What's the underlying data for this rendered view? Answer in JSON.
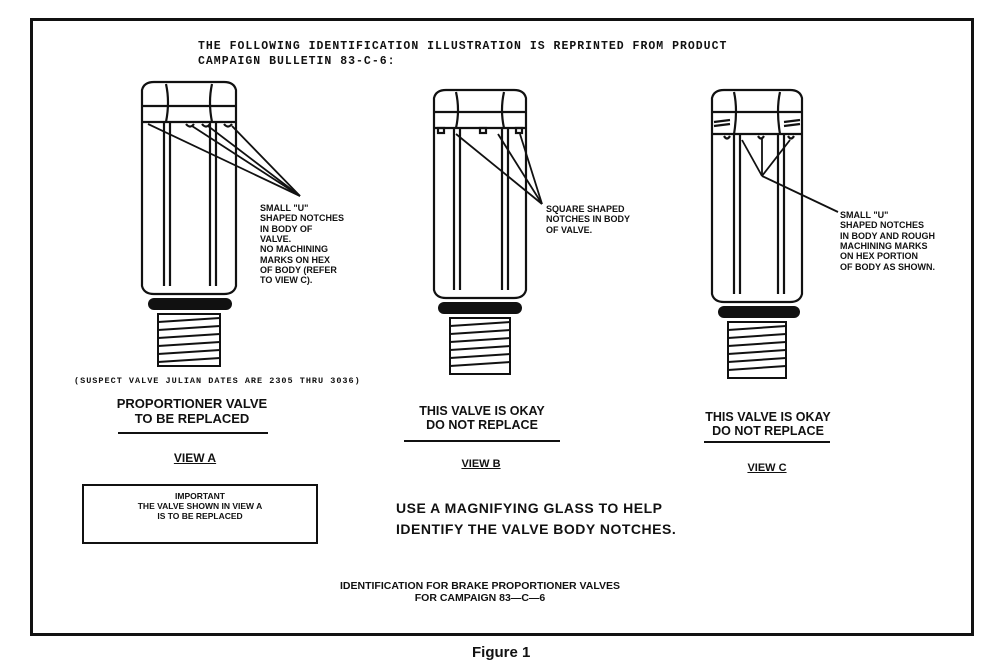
{
  "header": {
    "line1": "THE FOLLOWING IDENTIFICATION ILLUSTRATION IS REPRINTED FROM PRODUCT",
    "line2": "CAMPAIGN BULLETIN 83-C-6:"
  },
  "view_a": {
    "callout_lines": [
      "SMALL \"U\"",
      "SHAPED NOTCHES",
      "IN BODY OF",
      "VALVE.",
      "NO MACHINING",
      "MARKS ON HEX",
      "OF BODY (REFER",
      "TO VIEW C)."
    ],
    "suspect_note": "(SUSPECT VALVE JULIAN DATES ARE 2305 THRU 3036)",
    "status_line1": "PROPORTIONER VALVE",
    "status_line2": "TO BE REPLACED",
    "view_label": "VIEW A"
  },
  "view_b": {
    "callout_lines": [
      "SQUARE SHAPED",
      "NOTCHES IN BODY",
      "OF VALVE."
    ],
    "status_line1": "THIS VALVE IS OKAY",
    "status_line2": "DO NOT REPLACE",
    "view_label": "VIEW B"
  },
  "view_c": {
    "callout_lines": [
      "SMALL \"U\"",
      "SHAPED NOTCHES",
      "IN BODY AND ROUGH",
      "MACHINING MARKS",
      "ON HEX PORTION",
      "OF BODY AS SHOWN."
    ],
    "status_line1": "THIS VALVE IS OKAY",
    "status_line2": "DO NOT REPLACE",
    "view_label": "VIEW C"
  },
  "important_box": {
    "line1": "IMPORTANT",
    "line2": "THE VALVE SHOWN IN VIEW A",
    "line3": "IS TO BE REPLACED"
  },
  "magnify_note": {
    "line1": "USE A MAGNIFYING GLASS TO HELP",
    "line2": "IDENTIFY THE VALVE BODY NOTCHES."
  },
  "caption": {
    "line1": "IDENTIFICATION FOR BRAKE PROPORTIONER VALVES",
    "line2": "FOR CAMPAIGN 83—C—6"
  },
  "figure_label": "Figure 1",
  "colors": {
    "ink": "#111111",
    "paper": "#ffffff"
  }
}
